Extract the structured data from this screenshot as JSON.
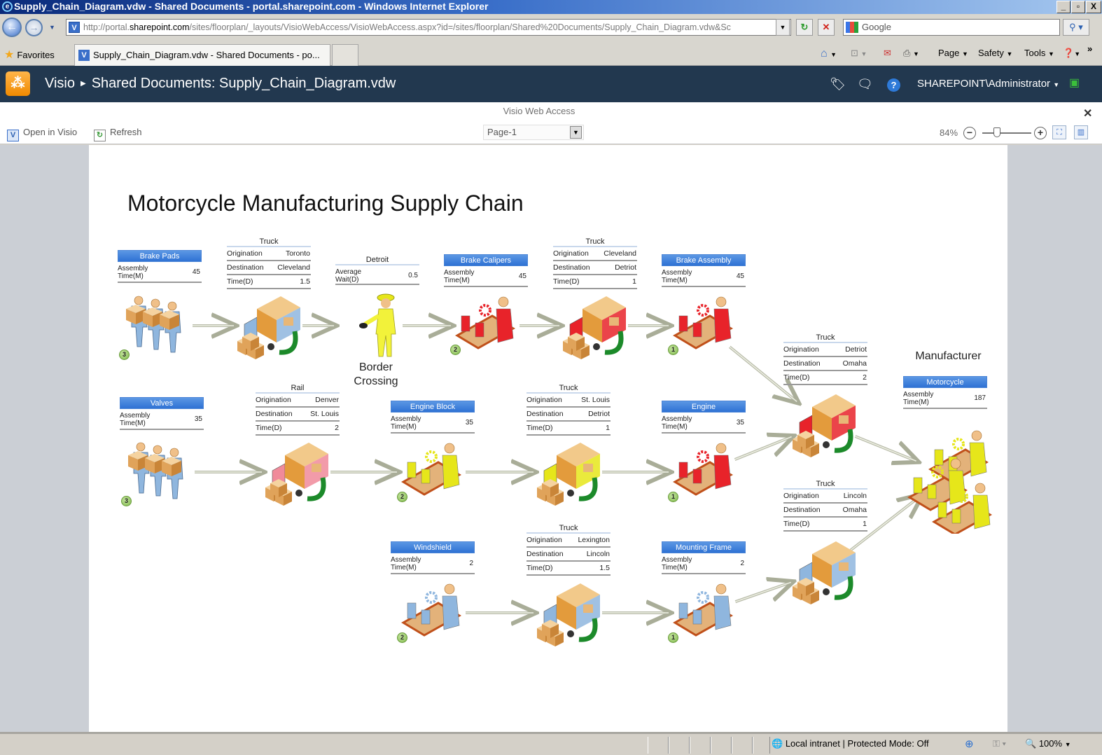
{
  "browser": {
    "window_title": "Supply_Chain_Diagram.vdw - Shared Documents - portal.sharepoint.com - Windows Internet Explorer",
    "address_prefix": "http://portal.",
    "address_domain": "sharepoint.com",
    "address_path": "/sites/floorplan/_layouts/VisioWebAccess/VisioWebAccess.aspx?id=/sites/floorplan/Shared%20Documents/Supply_Chain_Diagram.vdw&Sc",
    "search_placeholder": "Google",
    "favorites_label": "Favorites",
    "tab_label": "Supply_Chain_Diagram.vdw - Shared Documents - po...",
    "commands": {
      "page": "Page",
      "safety": "Safety",
      "tools": "Tools"
    },
    "status": {
      "zone": "Local intranet | Protected Mode: Off",
      "zoom": "100%"
    }
  },
  "sharepoint": {
    "crumb_root": "Visio",
    "crumb_path": "Shared Documents: Supply_Chain_Diagram.vdw",
    "user": "SHAREPOINT\\Administrator"
  },
  "vwa": {
    "title": "Visio Web Access",
    "open_in_visio": "Open in Visio",
    "refresh": "Refresh",
    "page_selected": "Page-1",
    "zoom_label": "84%",
    "zoom_level_percent": 84
  },
  "diagram": {
    "title": "Motorcycle Manufacturing Supply Chain",
    "labels": {
      "border_crossing": "Border Crossing",
      "manufacturer": "Manufacturer"
    },
    "nodes": [
      {
        "id": "brake-pads",
        "name": "Brake Pads",
        "row_label": "Assembly Time(M)",
        "value": "45",
        "badge": "3",
        "color": "#8fb6de",
        "kind": "workers"
      },
      {
        "id": "brake-calipers",
        "name": "Brake Calipers",
        "row_label": "Assembly Time(M)",
        "value": "45",
        "badge": "2",
        "color": "#e8232a",
        "kind": "assembly"
      },
      {
        "id": "brake-assembly",
        "name": "Brake Assembly",
        "row_label": "Assembly Time(M)",
        "value": "45",
        "badge": "1",
        "color": "#e8232a",
        "kind": "assembly"
      },
      {
        "id": "valves",
        "name": "Valves",
        "row_label": "Assembly Time(M)",
        "value": "35",
        "badge": "3",
        "color": "#8fb6de",
        "kind": "workers"
      },
      {
        "id": "engine-block",
        "name": "Engine Block",
        "row_label": "Assembly Time(M)",
        "value": "35",
        "badge": "2",
        "color": "#e6e61a",
        "kind": "assembly"
      },
      {
        "id": "engine",
        "name": "Engine",
        "row_label": "Assembly Time(M)",
        "value": "35",
        "badge": "1",
        "color": "#e8232a",
        "kind": "assembly"
      },
      {
        "id": "windshield",
        "name": "Windshield",
        "row_label": "Assembly Time(M)",
        "value": "2",
        "badge": "2",
        "color": "#8fb6de",
        "kind": "assembly"
      },
      {
        "id": "mounting-frame",
        "name": "Mounting Frame",
        "row_label": "Assembly Time(M)",
        "value": "2",
        "badge": "1",
        "color": "#8fb6de",
        "kind": "assembly"
      },
      {
        "id": "motorcycle",
        "name": "Motorcycle",
        "row_label": "Assembly Time(M)",
        "value": "187",
        "badge": "",
        "color": "#e6e61a",
        "kind": "factory"
      }
    ],
    "transports": [
      {
        "id": "truck-toronto",
        "mode": "Truck",
        "origination": "Toronto",
        "destination": "Cleveland",
        "time": "1.5",
        "color": "#8fb6de"
      },
      {
        "id": "truck-cleveland",
        "mode": "Truck",
        "origination": "Cleveland",
        "destination": "Detriot",
        "time": "1",
        "color": "#e8232a"
      },
      {
        "id": "rail-denver",
        "mode": "Rail",
        "origination": "Denver",
        "destination": "St. Louis",
        "time": "2",
        "color": "#f08a9a"
      },
      {
        "id": "truck-stlouis",
        "mode": "Truck",
        "origination": "St. Louis",
        "destination": "Detriot",
        "time": "1",
        "color": "#e6e61a"
      },
      {
        "id": "truck-lexington",
        "mode": "Truck",
        "origination": "Lexington",
        "destination": "Lincoln",
        "time": "1.5",
        "color": "#8fb6de"
      },
      {
        "id": "truck-detroit",
        "mode": "Truck",
        "origination": "Detriot",
        "destination": "Omaha",
        "time": "2",
        "color": "#e8232a"
      },
      {
        "id": "truck-lincoln",
        "mode": "Truck",
        "origination": "Lincoln",
        "destination": "Omaha",
        "time": "1",
        "color": "#8fb6de"
      }
    ],
    "border": {
      "name": "Detroit",
      "row_label": "Average Wait(D)",
      "value": "0.5"
    },
    "field_labels": {
      "origination": "Origination",
      "destination": "Destination",
      "time": "Time(D)"
    }
  }
}
